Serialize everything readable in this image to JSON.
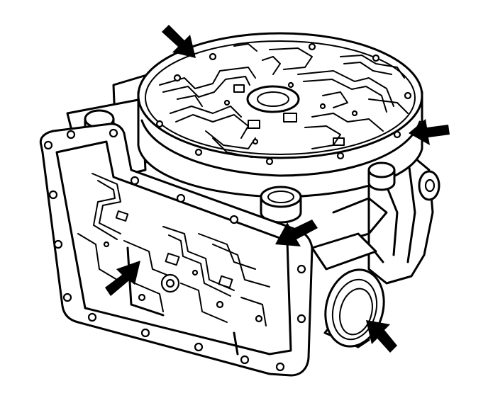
{
  "figure": {
    "subject": "transmission-case-with-valve-body-and-pump-cover",
    "style": "black line art on white",
    "colors": {
      "line": "#000000",
      "background": "#ffffff"
    },
    "callouts": [
      {
        "id": "arrow-pump-cover-top",
        "icon": "arrow-icon",
        "direction": "down-right"
      },
      {
        "id": "arrow-pump-cover-right-edge",
        "icon": "arrow-icon",
        "direction": "left"
      },
      {
        "id": "arrow-case-center-passage",
        "icon": "arrow-icon",
        "direction": "down-left"
      },
      {
        "id": "arrow-valve-body-passage",
        "icon": "arrow-icon",
        "direction": "up-right"
      },
      {
        "id": "arrow-output-bore",
        "icon": "arrow-icon",
        "direction": "up-left"
      }
    ]
  }
}
